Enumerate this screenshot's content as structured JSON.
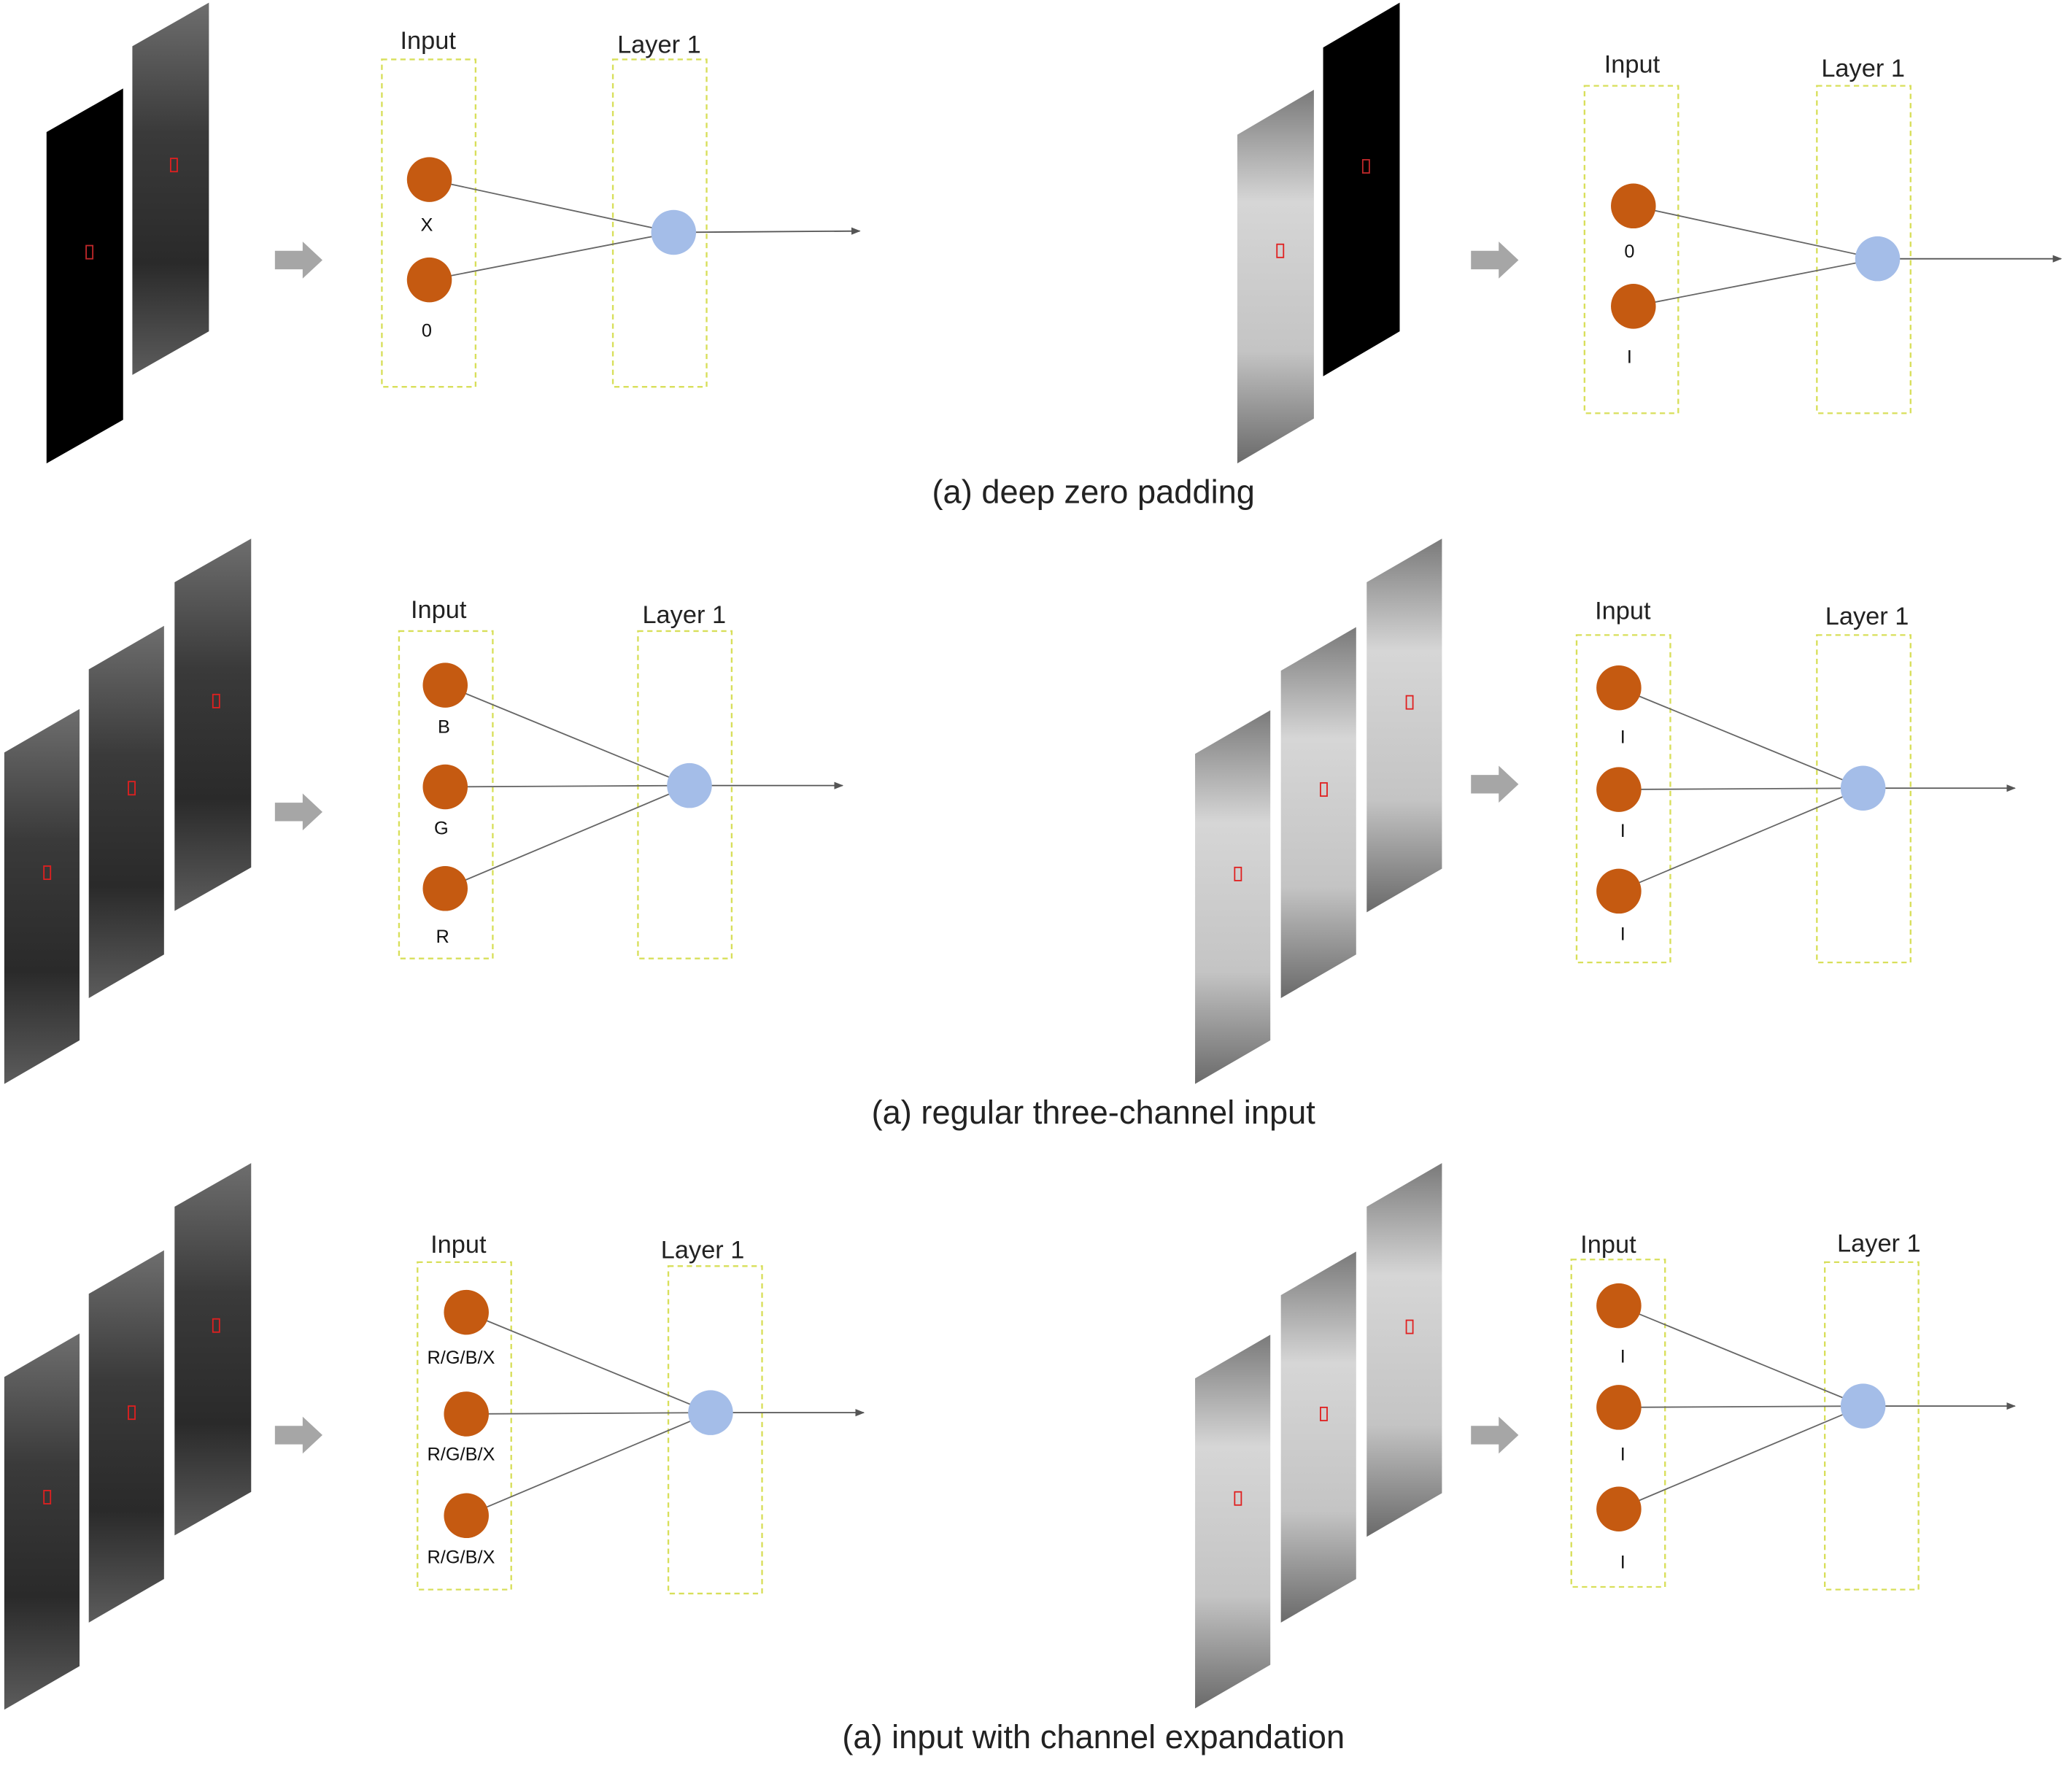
{
  "panels": [
    {
      "id": "zero-padding",
      "caption": "(a) deep zero padding",
      "left": {
        "input_label": "Input",
        "layer_label": "Layer 1",
        "node_labels": [
          "X",
          "0"
        ]
      },
      "right": {
        "input_label": "Input",
        "layer_label": "Layer 1",
        "node_labels": [
          "0",
          "I"
        ]
      }
    },
    {
      "id": "three-channel",
      "caption": "(a) regular three-channel input",
      "left": {
        "input_label": "Input",
        "layer_label": "Layer 1",
        "node_labels": [
          "B",
          "G",
          "R"
        ]
      },
      "right": {
        "input_label": "Input",
        "layer_label": "Layer 1",
        "node_labels": [
          "I",
          "I",
          "I"
        ]
      }
    },
    {
      "id": "channel-expansion",
      "caption": "(a) input with channel expandation",
      "left": {
        "input_label": "Input",
        "layer_label": "Layer 1",
        "node_labels": [
          "R/G/B/X",
          "R/G/B/X",
          "R/G/B/X"
        ]
      },
      "right": {
        "input_label": "Input",
        "layer_label": "Layer 1",
        "node_labels": [
          "I",
          "I",
          "I"
        ]
      }
    }
  ],
  "colors": {
    "input_node": "#c55a11",
    "output_node": "#a4bde8",
    "dashed_box": "#d8df5a",
    "red_marker": "#e02020",
    "arrow_block": "#a6a6a6"
  }
}
